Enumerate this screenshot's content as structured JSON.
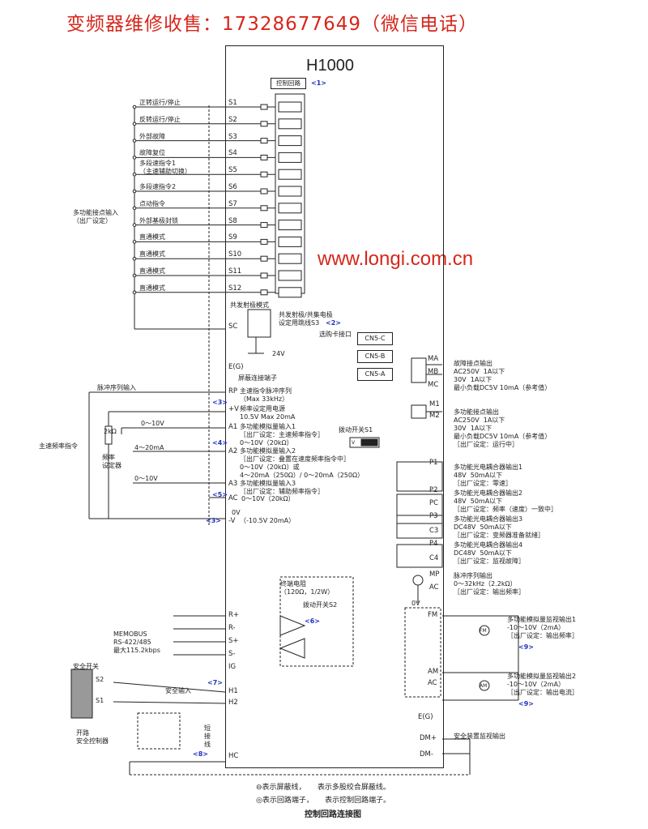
{
  "ad_text": "变频器维修收售：17328677649（微信电话）",
  "watermark": "www.longi.com.cn",
  "model": "H1000",
  "control_circuit": "控制回路",
  "ref1": "<1>",
  "inputs": [
    {
      "label": "正转运行/停止",
      "term": "S1"
    },
    {
      "label": "反转运行/停止",
      "term": "S2"
    },
    {
      "label": "外部故障",
      "term": "S3"
    },
    {
      "label": "故障复位",
      "term": "S4"
    },
    {
      "label": "多段速指令1\n（主速辅助切换）",
      "term": "S5"
    },
    {
      "label": "多段速指令2",
      "term": "S6"
    },
    {
      "label": "点动指令",
      "term": "S7"
    },
    {
      "label": "外部基极封锁",
      "term": "S8"
    },
    {
      "label": "直通模式",
      "term": "S9"
    },
    {
      "label": "直通模式",
      "term": "S10"
    },
    {
      "label": "直通模式",
      "term": "S11"
    },
    {
      "label": "直通模式",
      "term": "S12"
    }
  ],
  "multi_input_label": "多功能接点输入\n（出厂设定）",
  "sink_mode": "共发射极模式",
  "jumper_label": "共发射极/共集电极\n设定用跳线S3",
  "jumper_ref": "<2>",
  "sc_term": "SC",
  "v24": "24V",
  "option_card": "选购卡接口",
  "cn5": [
    "CN5-C",
    "CN5-B",
    "CN5-A"
  ],
  "eg_term": "E(G)",
  "shield_terminal": "屏蔽连接端子",
  "pulse_in": "脉冲序列输入",
  "rp_term": "RP",
  "rp_desc": "主速指令脉冲序列\n（Max 33kHz）",
  "ref3": "<3>",
  "v_term": "+V",
  "v_desc": "频率设定用电源\n10.5V Max 20mA",
  "a1_term": "A1",
  "a1_desc": "多功能模拟量输入1\n［出厂设定：主速频率指令］\n0～10V（20kΩ）",
  "ref4": "<4>",
  "a2_term": "A2",
  "a2_desc": "多功能模拟量输入2\n［出厂设定：叠置在速度频率指令中］\n0～10V（20kΩ）或\n4～20mA（250Ω）/ 0～20mA（250Ω）",
  "a3_term": "A3",
  "a3_desc": "多功能模拟量输入3\n［出厂设定：辅助频率指令］",
  "ref5": "<5>",
  "ac_term": "AC",
  "ac_desc": "0～10V（20kΩ）",
  "zero_v": "0V",
  "neg_v_term": "-V",
  "neg_v_desc": "（-10.5V 20mA）",
  "ref3b": "<3>",
  "dip_s1": "拨动开关S1",
  "dip_vi": "V    I",
  "main_freq": "主速频率指令",
  "pot": "2kΩ",
  "freq_setter": "频率\n设定器",
  "rng1": "0～10V",
  "rng2": "4～20mA",
  "rng3": "0～10V",
  "terminator": "终端电阻\n（120Ω，1/2W）",
  "dip_s2": "拨动开关S2",
  "ref6": "<6>",
  "rs_terms": [
    "R+",
    "R-",
    "S+",
    "S-"
  ],
  "memobus": "MEMOBUS\nRS-422/485\n最大115.2kbps",
  "ig_term": "IG",
  "ref7": "<7>",
  "safety_switch": "安全开关",
  "s2_lbl": "S2",
  "s1_lbl": "S1",
  "open_ctrl": "开路\n安全控制器",
  "safety_input": "安全输入",
  "h1": "H1",
  "h2": "H2",
  "hc": "HC",
  "short_wire": "短\n接\n线",
  "ref8": "<8>",
  "ma": "MA",
  "mb": "MB",
  "mc": "MC",
  "fault_out": "故障接点输出\nAC250V  1A以下\n30V  1A以下\n最小负载DC5V 10mA（参考值）",
  "m1": "M1",
  "m2": "M2",
  "multi_out": "多功能接点输出\nAC250V  1A以下\n30V  1A以下\n最小负载DC5V 10mA（参考值）\n［出厂设定：运行中］",
  "p1": "P1",
  "p2": "P2",
  "pc": "PC",
  "p3": "P3",
  "c3": "C3",
  "p4": "P4",
  "c4": "C4",
  "photo1": "多功能光电耦合器输出1\n48V  50mA以下\n［出厂设定：零速］",
  "photo2": "多功能光电耦合器输出2\n48V  50mA以下\n［出厂设定：频率（速度）一致中］",
  "photo3": "多功能光电耦合器输出3\nDC48V  50mA以下\n［出厂设定：变频器准备就绪］",
  "photo4": "多功能光电耦合器输出4\nDC48V  50mA以下\n［出厂设定：监视故障］",
  "mp": "MP",
  "ac2": "AC",
  "pulse_out": "脉冲序列输出\n0～32kHz（2.2kΩ）\n［出厂设定：输出频率］",
  "fm": "FM",
  "am": "AM",
  "ac3": "AC",
  "ao1": "多功能模拟量监视输出1\n-10～10V（2mA）\n［出厂设定：输出频率］",
  "ref9a": "<9>",
  "ao2": "多功能模拟量监视输出2\n-10～10V（2mA）\n［出厂设定：输出电流］",
  "ref9b": "<9>",
  "fm_meter": "FM",
  "am_meter": "AM",
  "zero_v2": "0V",
  "eg2": "E(G)",
  "dm_plus": "DM+",
  "dm_minus": "DM-",
  "safety_monitor": "安全装置监视输出",
  "legend1": "表示屏蔽线，     表示多股绞合屏蔽线。",
  "legend2": "表示回路端子，     表示控制回路端子。",
  "caption": "控制回路连接图"
}
